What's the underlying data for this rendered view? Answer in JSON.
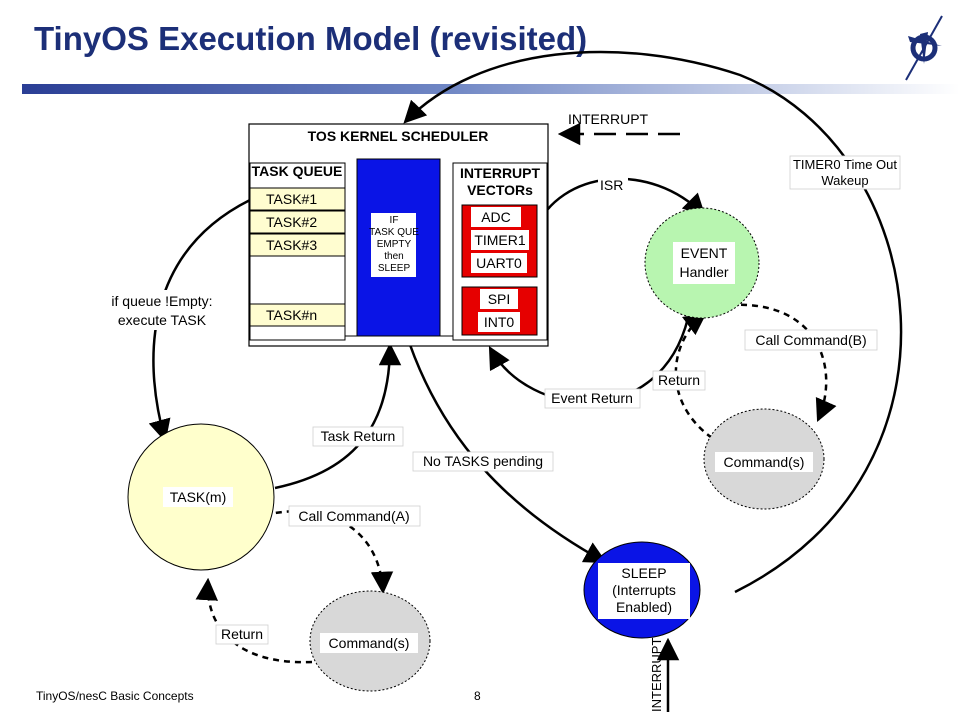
{
  "title": "TinyOS Execution Model (revisited)",
  "footer": {
    "left": "TinyOS/nesC Basic Concepts",
    "page": "8"
  },
  "logo_icon": "compass-rose-icon",
  "colors": {
    "title": "#1c2f78",
    "scheduler_block": "#0a14e6",
    "interrupt_vector": "#e60000",
    "task_slot": "#fffdd0",
    "task_circle": "#ffffcc",
    "event_circle": "#b8f5b0",
    "command_circle": "#d8d8d8",
    "sleep_circle": "#0a14e6"
  },
  "scheduler": {
    "title": "TOS KERNEL SCHEDULER",
    "task_queue_header": "TASK QUEUE",
    "tasks": [
      "TASK#1",
      "TASK#2",
      "TASK#3",
      "TASK#n"
    ],
    "sleep_condition": [
      "IF",
      "TASK QUE",
      "EMPTY",
      "then",
      "SLEEP"
    ],
    "vectors_header": [
      "INTERRUPT",
      "VECTORs"
    ],
    "vectors": [
      "ADC",
      "TIMER1",
      "UART0",
      "SPI",
      "INT0"
    ]
  },
  "nodes": {
    "task": "TASK(m)",
    "event": [
      "EVENT",
      "Handler"
    ],
    "command_left": "Command(s)",
    "command_right": "Command(s)",
    "sleep": [
      "SLEEP",
      "(Interrupts",
      "Enabled)"
    ]
  },
  "labels": {
    "interrupt_top": "INTERRUPT",
    "isr": "ISR",
    "timer_wakeup": [
      "TIMER0 Time Out",
      "Wakeup"
    ],
    "queue_not_empty": [
      "if queue !Empty:",
      "execute TASK"
    ],
    "call_command_b": "Call Command(B)",
    "return_right": "Return",
    "event_return": "Event Return",
    "task_return": "Task Return",
    "no_tasks": "No TASKS pending",
    "call_command_a": "Call Command(A)",
    "return_left": "Return",
    "interrupt_bottom": "INTERRUPT"
  }
}
